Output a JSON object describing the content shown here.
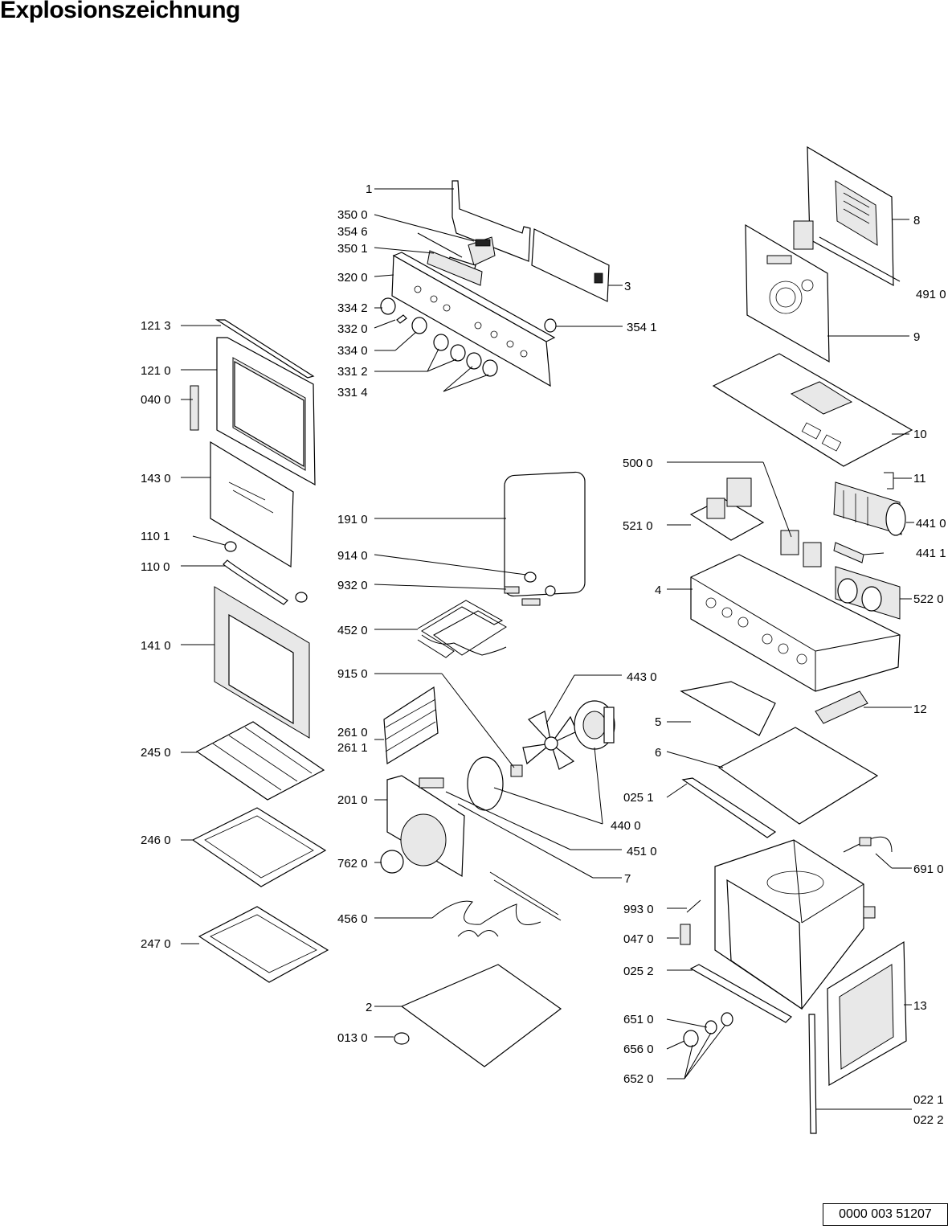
{
  "title": "Explosionszeichnung",
  "document_number": "0000 003 51207",
  "part_labels": {
    "p1": "1",
    "p3500": "350 0",
    "p3546": "354 6",
    "p3501": "350 1",
    "p3200": "320 0",
    "p3342": "334 2",
    "p3320": "332 0",
    "p3340": "334 0",
    "p3312": "331 2",
    "p3314": "331 4",
    "p3": "3",
    "p3541": "354 1",
    "p8": "8",
    "p4910": "491 0",
    "p9": "9",
    "p10": "10",
    "p1213": "121 3",
    "p1210": "121 0",
    "p0400": "040 0",
    "p1430": "143 0",
    "p1101": "110 1",
    "p1100": "110 0",
    "p1410": "141 0",
    "p2450": "245 0",
    "p2460": "246 0",
    "p2470": "247 0",
    "p1910": "191 0",
    "p9140": "914 0",
    "p9320": "932 0",
    "p4520": "452 0",
    "p9150": "915 0",
    "p2610": "261 0",
    "p2611": "261 1",
    "p2010": "201 0",
    "p7620": "762 0",
    "p4560": "456 0",
    "p2": "2",
    "p0130": "013 0",
    "p4430": "443 0",
    "p4400": "440 0",
    "p4510": "451 0",
    "p7": "7",
    "p5000": "500 0",
    "p5210": "521 0",
    "p11": "11",
    "p4410": "441 0",
    "p4411": "441 1",
    "p4": "4",
    "p5220": "522 0",
    "p5": "5",
    "p12": "12",
    "p6": "6",
    "p0251": "025 1",
    "p6910": "691 0",
    "p9930": "993 0",
    "p0470": "047 0",
    "p0252": "025 2",
    "p13": "13",
    "p6510": "651 0",
    "p6560": "656 0",
    "p6520": "652 0",
    "p0221": "022 1",
    "p0222": "022 2"
  }
}
